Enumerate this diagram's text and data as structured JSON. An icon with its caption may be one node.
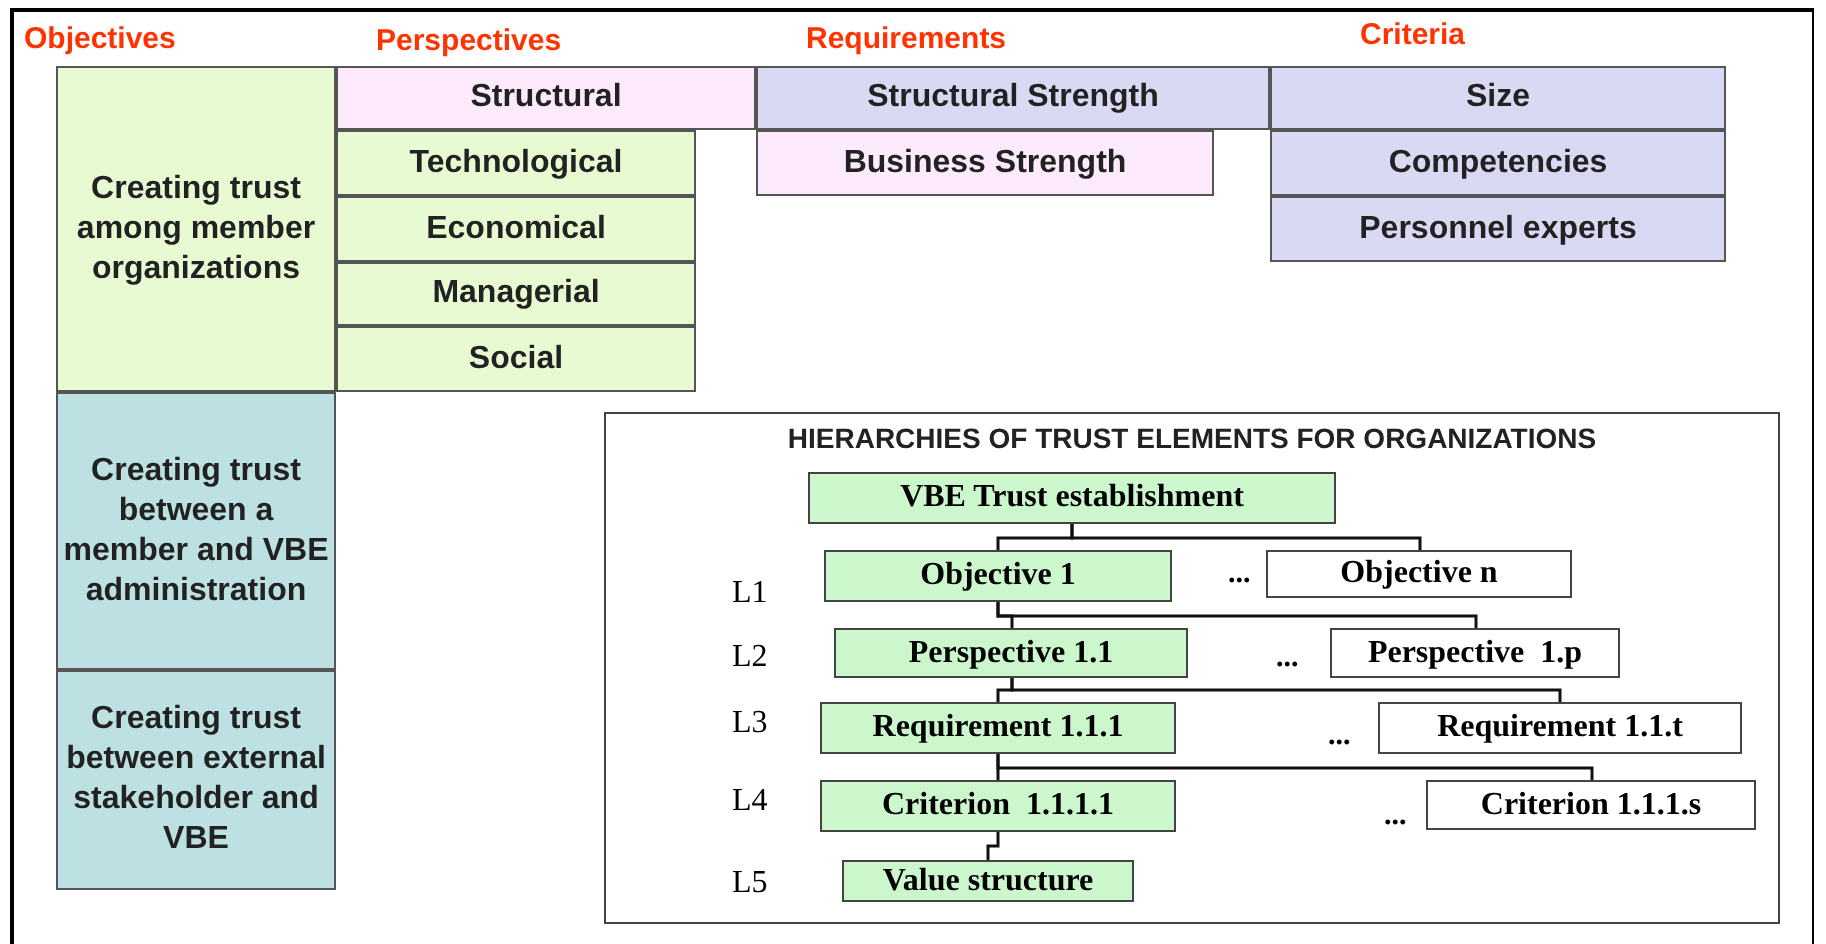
{
  "diagram": {
    "nodes": [
      {
        "text": [
          "Creating trust among member organizations"
        ]
      },
      {
        "text": [
          "Structural"
        ]
      },
      {
        "text": [
          "Structural Strength"
        ]
      },
      {
        "text": [
          "Size"
        ]
      },
      {
        "text": [
          "Technological"
        ]
      },
      {
        "text": [
          "Business Strength"
        ]
      },
      {
        "text": [
          "Competencies"
        ]
      },
      {
        "text": [
          "Economical"
        ]
      },
      {
        "text": [
          "Personnel experts"
        ]
      },
      {
        "text": [
          "Managerial"
        ]
      },
      {
        "text": [
          "Social"
        ]
      },
      {
        "text": [
          "Creating trust between a member and VBE administration"
        ]
      },
      {
        "text": [
          "Creating trust between external stakeholder and VBE"
        ]
      },
      {
        "text": [
          "HIERARCHIES OF TRUST ELEMENTS FOR ORGANIZATIONS"
        ]
      },
      {
        "text": [
          "VBE Trust establishment"
        ],
        "in": 13
      },
      {
        "text": [
          "Objective 1"
        ],
        "in": 13
      },
      {
        "text": [
          "Objective n"
        ],
        "in": 13
      },
      {
        "text": [
          "Perspective 1.1"
        ],
        "in": 13
      },
      {
        "text": [
          "Perspective  1.p"
        ],
        "in": 13
      },
      {
        "text": [
          "Requirement 1.1.1"
        ],
        "in": 13
      },
      {
        "text": [
          "Requirement 1.1.t"
        ],
        "in": 13
      },
      {
        "text": [
          "Criterion  1.1.1.1"
        ],
        "in": 13
      },
      {
        "text": [
          "Criterion 1.1.1.s"
        ],
        "in": 13
      },
      {
        "text": [
          "Value structure"
        ],
        "in": 13
      }
    ],
    "edges": [
      {
        "from": 14,
        "to": 15,
        "arrow": "none"
      },
      {
        "from": 14,
        "to": 16,
        "arrow": "none"
      },
      {
        "from": 15,
        "to": 17,
        "arrow": "none"
      },
      {
        "from": 15,
        "to": 18,
        "arrow": "none"
      },
      {
        "from": 17,
        "to": 19,
        "arrow": "none"
      },
      {
        "from": 17,
        "to": 20,
        "arrow": "none"
      },
      {
        "from": 19,
        "to": 21,
        "arrow": "none"
      },
      {
        "from": 19,
        "to": 22,
        "arrow": "none"
      },
      {
        "from": 21,
        "to": 23,
        "arrow": "none"
      }
    ],
    "labels": [
      "Objectives",
      "Perspectives",
      "Requirements",
      "Criteria",
      "L1",
      "...",
      "L2",
      "...",
      "L3",
      "...",
      "L4",
      "...",
      "L5"
    ]
  }
}
